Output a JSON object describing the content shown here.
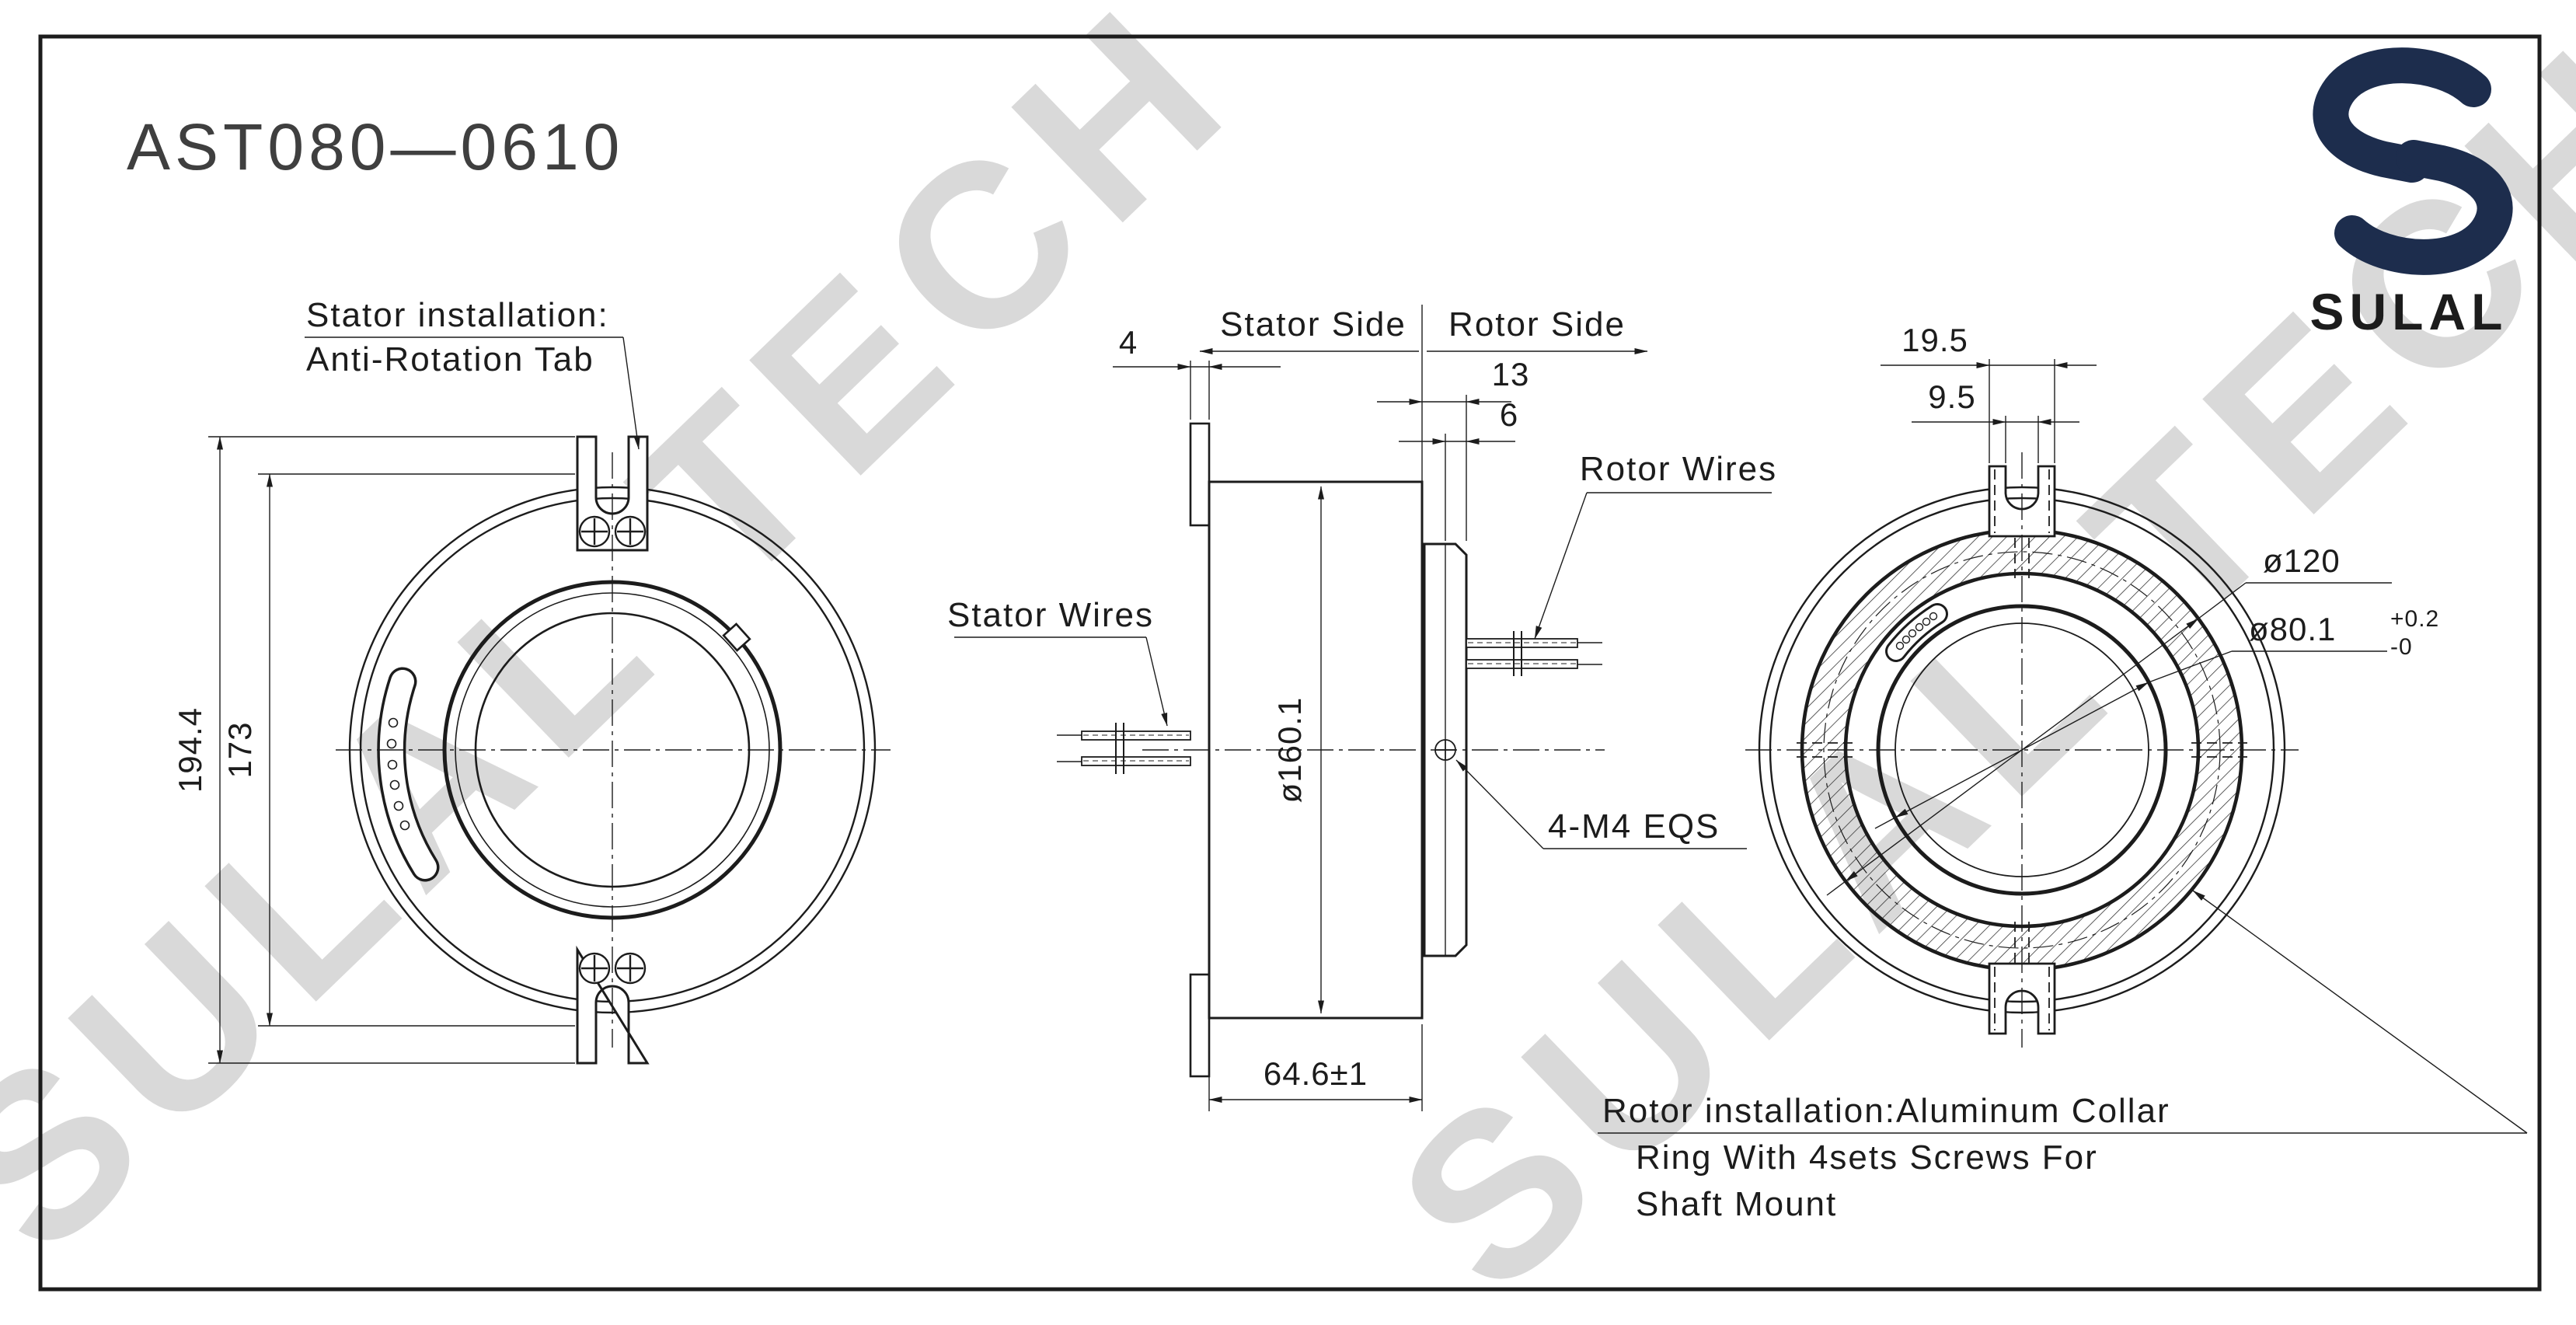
{
  "title": "AST080—0610",
  "brand": {
    "logo_glyph": "S",
    "wordmark": "SULAL",
    "navy": "#1d2d4d"
  },
  "watermark": {
    "text": "SULAL TECH",
    "color": "#d9d9d9"
  },
  "front_view": {
    "callout_line1": "Stator installation:",
    "callout_line2": "Anti-Rotation Tab",
    "dim_overall": "194.4",
    "dim_inner": "173"
  },
  "side_view": {
    "stator_side_label": "Stator Side",
    "rotor_side_label": "Rotor Side",
    "dim_flange_thickness": "4",
    "dim_collar_length": "13",
    "dim_collar_lip": "6",
    "dim_body_diameter": "ø160.1",
    "dim_overall_length": "64.6±1",
    "stator_wires_label": "Stator Wires",
    "rotor_wires_label": "Rotor Wires",
    "screw_note": "4-M4 EQS"
  },
  "rear_view": {
    "dim_tab_width": "19.5",
    "dim_slot_width": "9.5",
    "dim_collar_diameter": "ø120",
    "dim_bore_diameter": "ø80.1",
    "bore_tol_upper": "+0.2",
    "bore_tol_lower": "-0",
    "callout_line1": "Rotor installation:Aluminum Collar",
    "callout_line2": "Ring With 4sets Screws For",
    "callout_line3": "Shaft Mount"
  }
}
